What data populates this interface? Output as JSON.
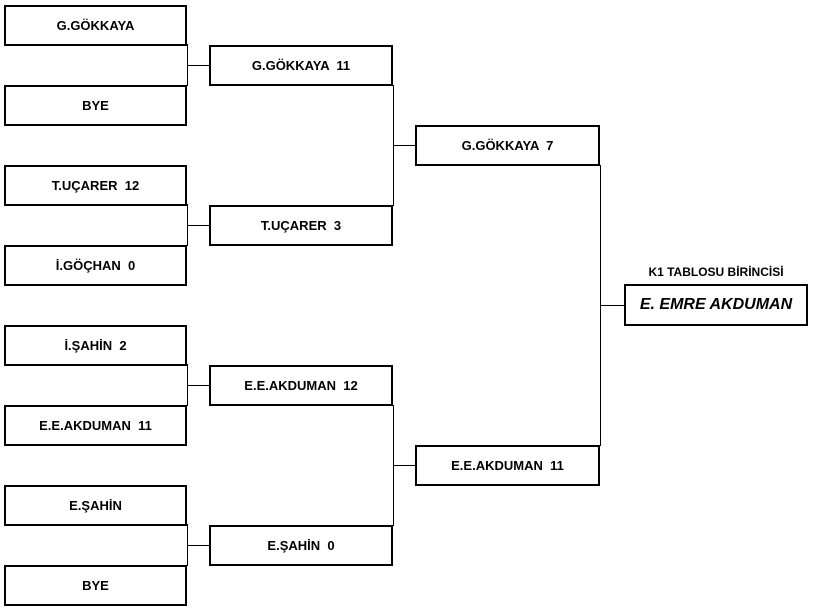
{
  "round1": [
    "G.GÖKKAYA",
    "BYE",
    "T.UÇARER  12",
    "İ.GÖÇHAN  0",
    "İ.ŞAHİN  2",
    "E.E.AKDUMAN  11",
    "E.ŞAHİN",
    "BYE"
  ],
  "round2": [
    "G.GÖKKAYA  11",
    "T.UÇARER  3",
    "E.E.AKDUMAN  12",
    "E.ŞAHİN  0"
  ],
  "round3": [
    "G.GÖKKAYA  7",
    "E.E.AKDUMAN  11"
  ],
  "champion": {
    "title": "K1 TABLOSU BİRİNCİSİ",
    "name": "E. EMRE AKDUMAN"
  }
}
